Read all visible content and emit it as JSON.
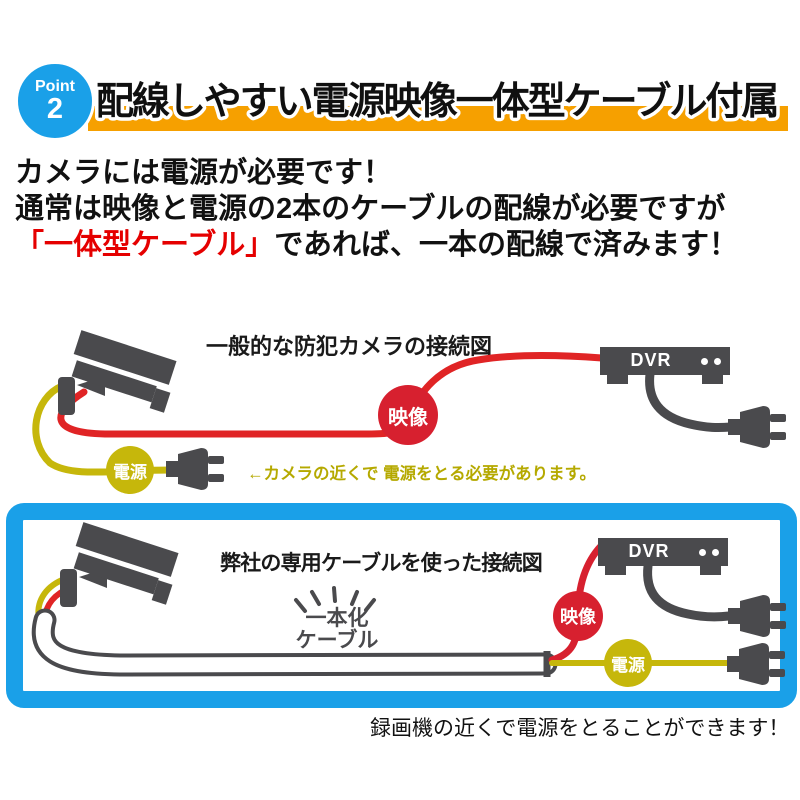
{
  "badge": {
    "word": "Point",
    "number": "2"
  },
  "banner": {
    "title": "配線しやすい電源映像一体型ケーブル付属",
    "band_color": "#F6A000"
  },
  "intro": {
    "line1": "カメラには電源が必要です！",
    "line2": "通常は映像と電源の2本のケーブルの配線が必要ですが",
    "line3_highlight": "「一体型ケーブル」",
    "line3_rest": "であれば、一本の配線で済みます！",
    "highlight_color": "#E50000"
  },
  "diagram_top": {
    "title": "一般的な防犯カメラの接続図",
    "video_label": "映像",
    "power_label": "電源",
    "dvr_label": "DVR",
    "note": "←カメラの近くで 電源をとる必要があります。",
    "video_color": "#D7202F",
    "power_color": "#C6B70B",
    "cable_red": "#E02425",
    "device_color": "#4A4A4D"
  },
  "diagram_bottom": {
    "title": "弊社の専用ケーブルを使った接続図",
    "cable_label_line1": "一本化",
    "cable_label_line2": "ケーブル",
    "video_label": "映像",
    "power_label": "電源",
    "dvr_label": "DVR",
    "border_color": "#1AA0E8"
  },
  "footer": {
    "caption": "録画機の近くで電源をとることができます！"
  }
}
